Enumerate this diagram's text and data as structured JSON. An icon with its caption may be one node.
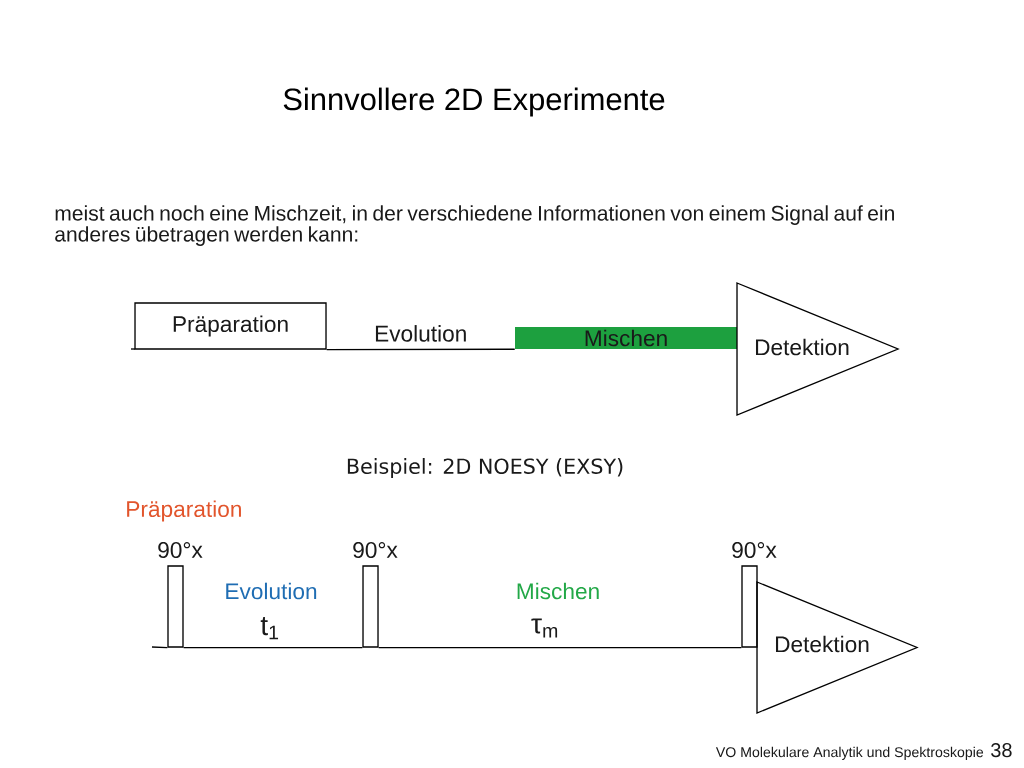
{
  "diagram": {
    "title": "Sinnvollere 2D Experimente",
    "nodes": [
      {
        "text": [
          "Präparation"
        ]
      },
      {
        "text": [
          "Mischen"
        ]
      },
      {
        "text": [
          "Detektion"
        ]
      },
      {
        "text": [
          "90°x"
        ]
      },
      {
        "text": [
          "90°x"
        ]
      },
      {
        "text": [
          "90°x"
        ]
      },
      {
        "text": [
          "Detektion"
        ]
      }
    ],
    "edges": [
      {
        "from": 0,
        "to": 1,
        "arrow": "none",
        "label": "Evolution"
      },
      {
        "from": null,
        "to": 3,
        "arrow": "none"
      },
      {
        "from": 3,
        "to": 4,
        "arrow": "none"
      },
      {
        "from": 4,
        "to": 5,
        "arrow": "none"
      }
    ],
    "labels": [
      "meist auch noch eine Mischzeit, in der verschiedene Informationen von einem Signal auf ein anderes übetragen werden kann:",
      "Beispiel: 2D NOESY (EXSY)",
      "Präparation",
      "Evolution",
      "Mischen",
      "t$_{1}$",
      "τ$_{m}$",
      "VO Molekulare Analytik und Spektroskopie",
      "38"
    ]
  }
}
